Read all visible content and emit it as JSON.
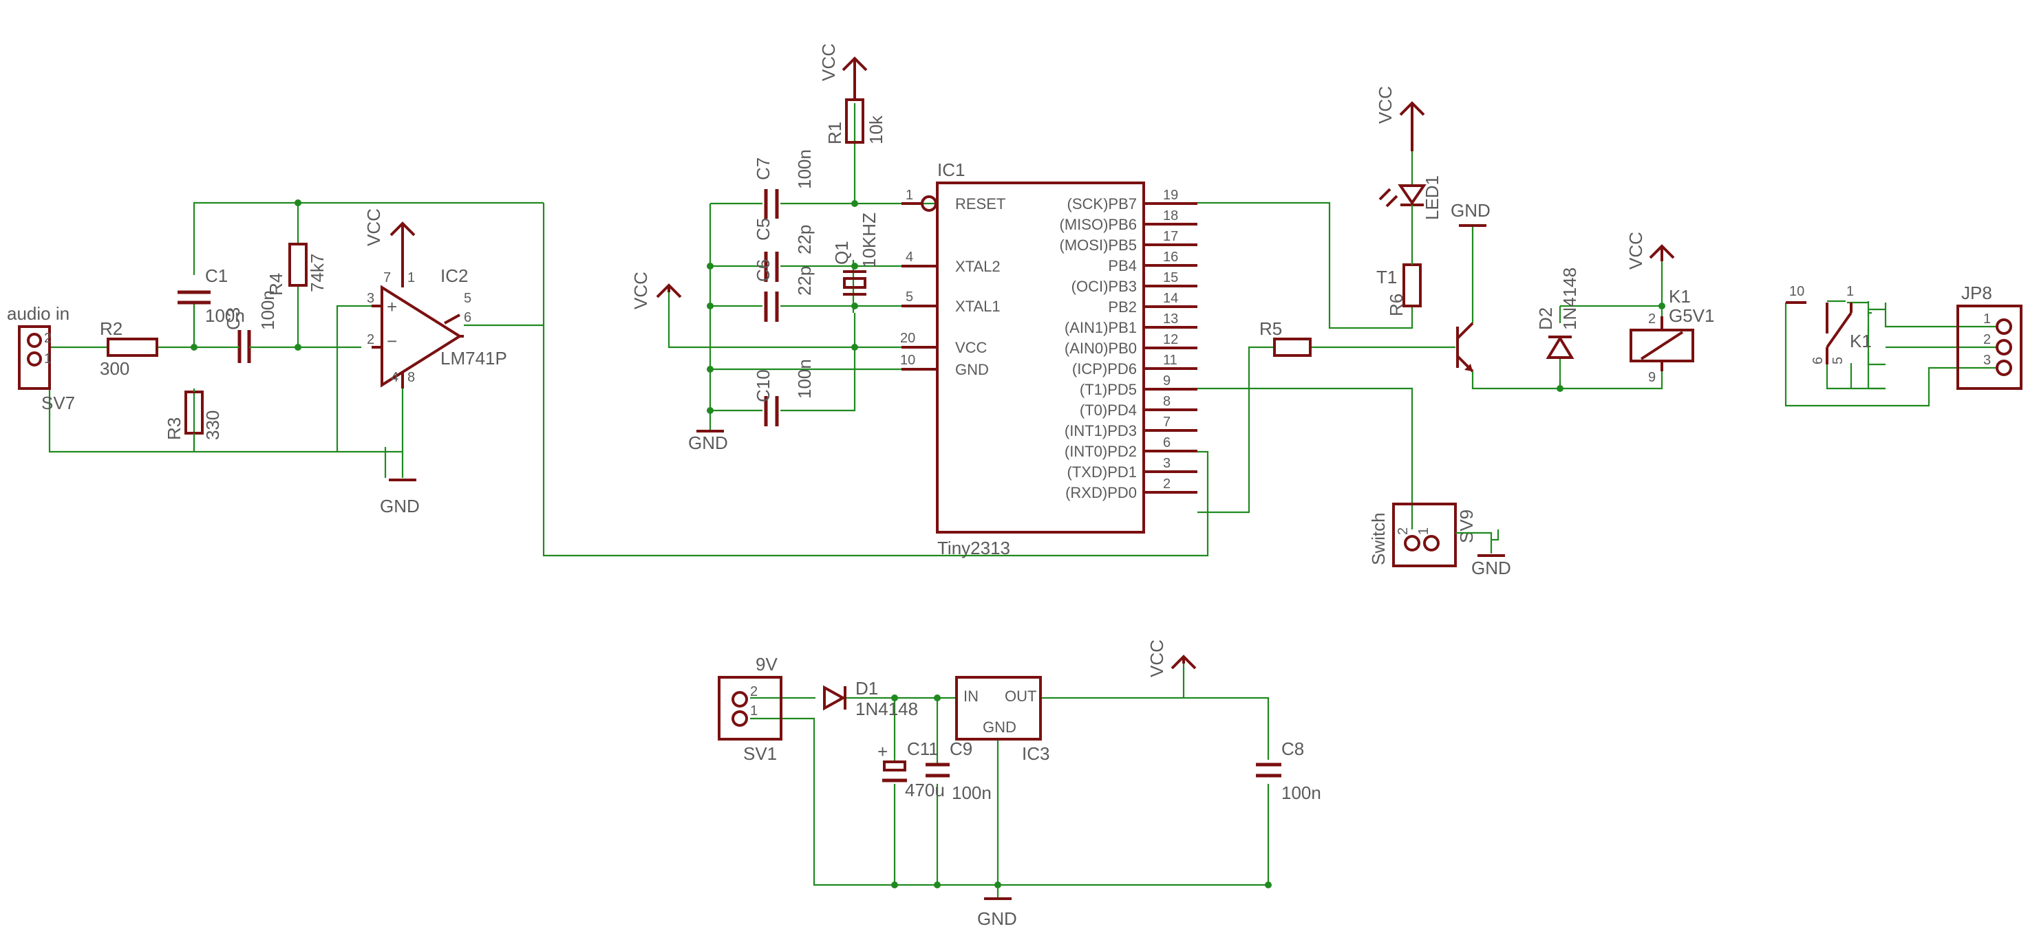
{
  "colors": {
    "wire": "#1f8a1f",
    "symbol": "#7a1010",
    "text": "#5a5a5a",
    "background": "#ffffff"
  },
  "power": {
    "vcc": "VCC",
    "gnd": "GND"
  },
  "components": {
    "SV7": {
      "name": "SV7",
      "value": "audio in",
      "pins": [
        "2",
        "1"
      ]
    },
    "R2": {
      "name": "R2",
      "value": "300"
    },
    "R3": {
      "name": "R3",
      "value": "330"
    },
    "C1": {
      "name": "C1",
      "value": "100n"
    },
    "C3": {
      "name": "C3",
      "value": "100n"
    },
    "R4": {
      "name": "R4",
      "value": "74k7"
    },
    "IC2": {
      "name": "IC2",
      "value": "LM741P",
      "pins": [
        "7",
        "1",
        "3",
        "2",
        "5",
        "6",
        "4",
        "8"
      ],
      "signs": [
        "+",
        "−"
      ]
    },
    "R1": {
      "name": "R1",
      "value": "10k"
    },
    "C7": {
      "name": "C7",
      "value": "100n"
    },
    "C5": {
      "name": "C5",
      "value": "22p"
    },
    "C6": {
      "name": "C6",
      "value": "22p"
    },
    "Q1": {
      "name": "Q1",
      "value": "10KHZ"
    },
    "C10": {
      "name": "C10",
      "value": "100n"
    },
    "IC1": {
      "name": "IC1",
      "value": "Tiny2313",
      "left_pins": [
        {
          "num": "1",
          "label": "RESET"
        },
        {
          "num": "4",
          "label": "XTAL2"
        },
        {
          "num": "5",
          "label": "XTAL1"
        },
        {
          "num": "20",
          "label": "VCC"
        },
        {
          "num": "10",
          "label": "GND"
        }
      ],
      "right_pins": [
        {
          "num": "19",
          "label": "(SCK)PB7"
        },
        {
          "num": "18",
          "label": "(MISO)PB6"
        },
        {
          "num": "17",
          "label": "(MOSI)PB5"
        },
        {
          "num": "16",
          "label": "PB4"
        },
        {
          "num": "15",
          "label": "(OCI)PB3"
        },
        {
          "num": "14",
          "label": "PB2"
        },
        {
          "num": "13",
          "label": "(AIN1)PB1"
        },
        {
          "num": "12",
          "label": "(AIN0)PB0"
        },
        {
          "num": "11",
          "label": "(ICP)PD6"
        },
        {
          "num": "9",
          "label": "(T1)PD5"
        },
        {
          "num": "8",
          "label": "(T0)PD4"
        },
        {
          "num": "7",
          "label": "(INT1)PD3"
        },
        {
          "num": "6",
          "label": "(INT0)PD2"
        },
        {
          "num": "3",
          "label": "(TXD)PD1"
        },
        {
          "num": "2",
          "label": "(RXD)PD0"
        }
      ]
    },
    "LED1": {
      "name": "LED1"
    },
    "R6": {
      "name": "R6"
    },
    "T1": {
      "name": "T1"
    },
    "R5": {
      "name": "R5"
    },
    "D2": {
      "name": "D2",
      "value": "1N4148"
    },
    "K1_coil": {
      "name": "K1",
      "value": "G5V1",
      "pins": [
        "2",
        "9"
      ]
    },
    "K1_contact": {
      "name": "K1",
      "pins": [
        "10",
        "1",
        "6",
        "5"
      ]
    },
    "JP8": {
      "name": "JP8",
      "pins": [
        "1",
        "2",
        "3"
      ]
    },
    "SV9": {
      "name": "SV9",
      "value": "Switch",
      "pins": [
        "2",
        "1"
      ]
    },
    "SV1": {
      "name": "SV1",
      "value": "9V",
      "pins": [
        "2",
        "1"
      ]
    },
    "D1": {
      "name": "D1",
      "value": "1N4148"
    },
    "C11": {
      "name": "C11",
      "value": "470u",
      "polarity": "+"
    },
    "C9": {
      "name": "C9",
      "value": "100n"
    },
    "IC3": {
      "name": "IC3",
      "pins": [
        "IN",
        "OUT",
        "GND"
      ]
    },
    "C8": {
      "name": "C8",
      "value": "100n"
    }
  }
}
